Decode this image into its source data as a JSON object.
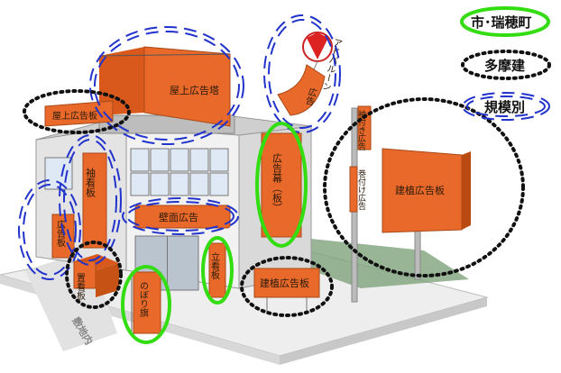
{
  "legend": {
    "city": "市･瑞穂町",
    "tama": "多摩建",
    "scale": "規模別"
  },
  "labels": {
    "rooftop_tower": "屋上広告塔",
    "rooftop_board": "屋上広告板",
    "balloon": "アドバルーン",
    "balloon_tag": "広告",
    "protruding": "袖看板",
    "side_wall": "広告板",
    "curtain": "広告幕（板）",
    "wall": "壁面広告",
    "upright": "立看板",
    "flag": "のぼり旗",
    "ground_small": "置看板",
    "ground_board": "建植広告板",
    "ground_board_big": "建植広告板",
    "pole_attached": "袖付き広告",
    "pole_wrapped": "巻付け広告",
    "site": "敷地内"
  },
  "colors": {
    "sign_orange": "#e8692a",
    "city_green": "#33dd11",
    "tama_black": "#111111",
    "scale_blue": "#2233cc"
  }
}
